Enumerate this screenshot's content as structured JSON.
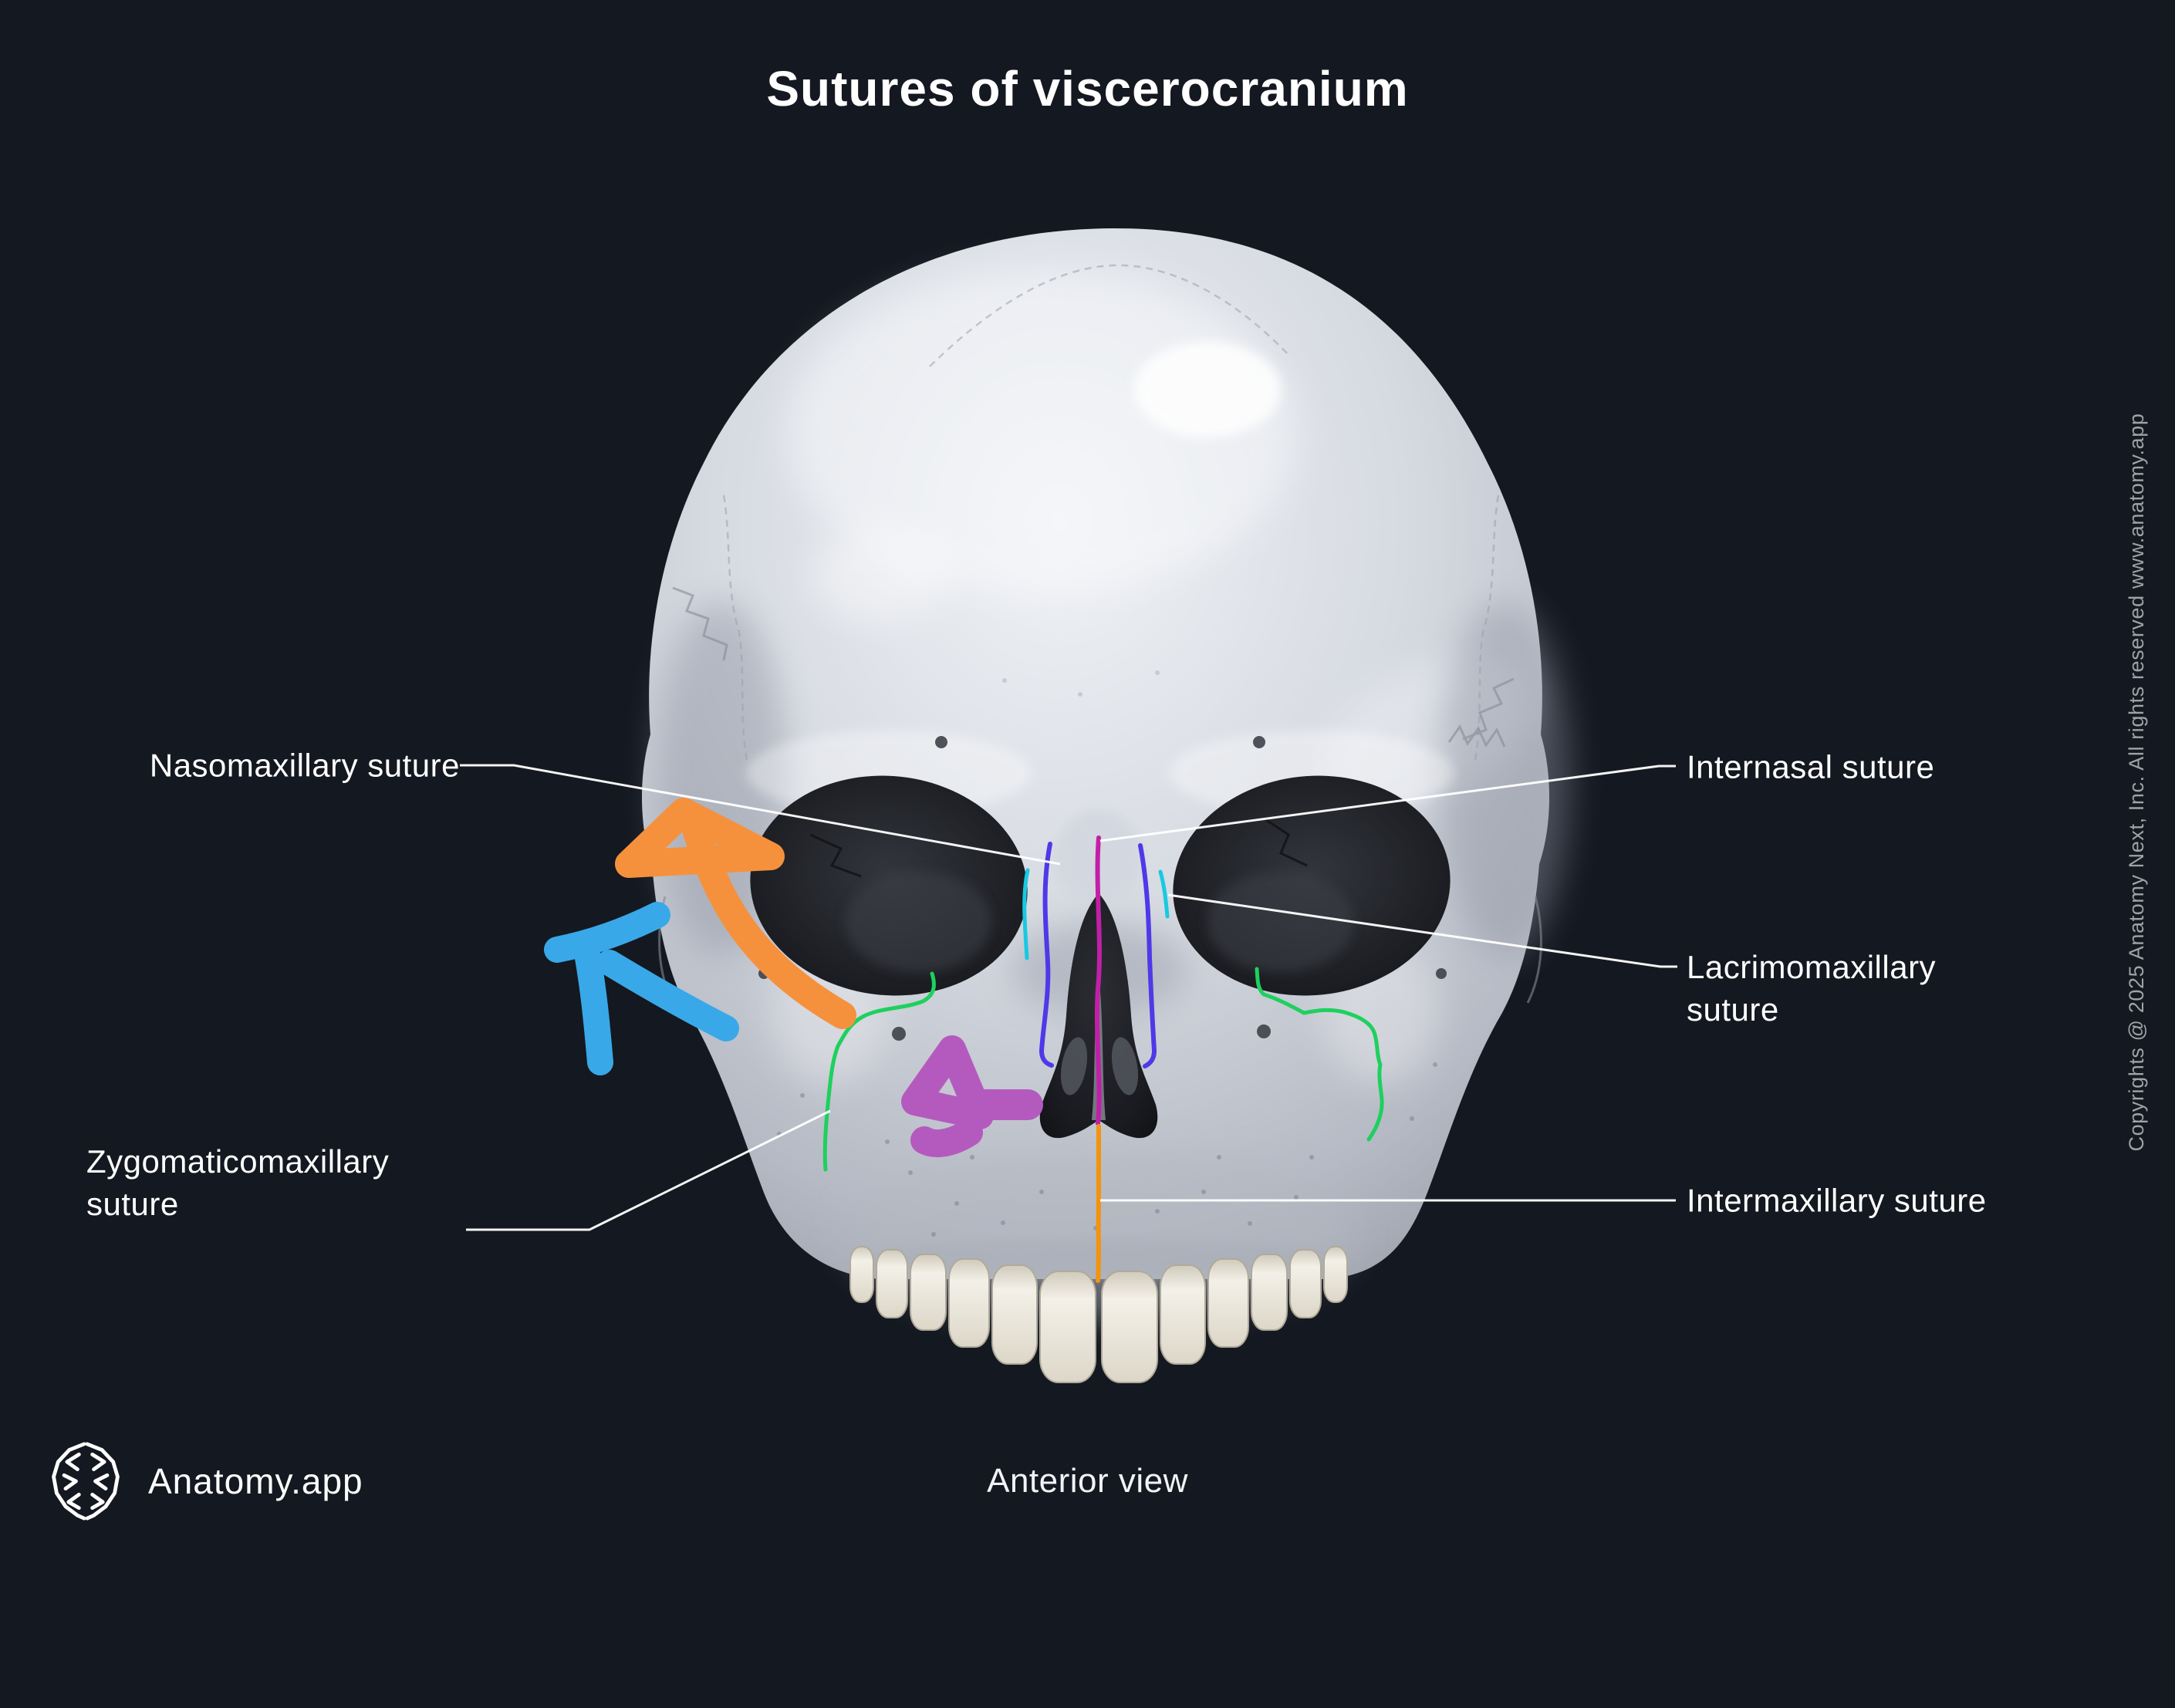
{
  "title": "Sutures of viscerocranium",
  "caption": "Anterior view",
  "brand": "Anatomy.app",
  "copyright": "Copyrights @ 2025 Anatomy Next, Inc. All rights reserved www.anatomy.app",
  "labels": {
    "nasomaxillary": "Nasomaxillary suture",
    "internasal": "Internasal suture",
    "lacrimomaxillary": "Lacrimomaxillary suture",
    "zygomaticomaxillary": "Zygomaticomaxillary suture",
    "intermaxillary": "Intermaxillary suture"
  },
  "colors": {
    "background": "#141820",
    "label_text": "#ffffff",
    "copyright_text": "#9fa2a8",
    "leader_line": "#ffffff",
    "internasal_suture": "#c21fa8",
    "nasomaxillary_suture": "#5038e8",
    "lacrimomaxillary_suture": "#17c9e2",
    "zygomaticomaxillary_suture": "#1ed05e",
    "intermaxillary_suture": "#f3930e",
    "annotation_orange": "#f5913d",
    "annotation_blue": "#39a8e8",
    "annotation_purple": "#b45abf"
  }
}
